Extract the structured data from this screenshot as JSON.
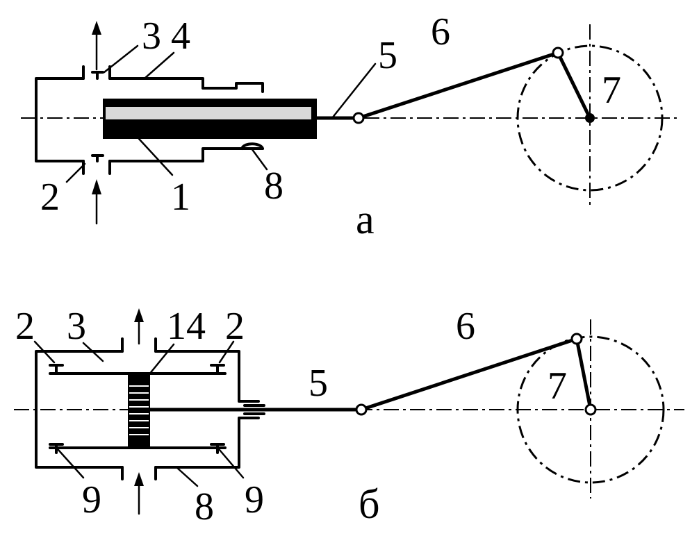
{
  "panel_a": {
    "caption": "а",
    "labels": {
      "l1": "1",
      "l2": "2",
      "l3": "3",
      "l4": "4",
      "l5": "5",
      "l6": "6",
      "l7": "7",
      "l8": "8"
    }
  },
  "panel_b": {
    "caption": "б",
    "labels": {
      "l2_left": "2",
      "l3": "3",
      "l14": "14",
      "l2_right": "2",
      "l5": "5",
      "l6": "6",
      "l7": "7",
      "l9_left": "9",
      "l8": "8",
      "l9_right": "9"
    }
  }
}
